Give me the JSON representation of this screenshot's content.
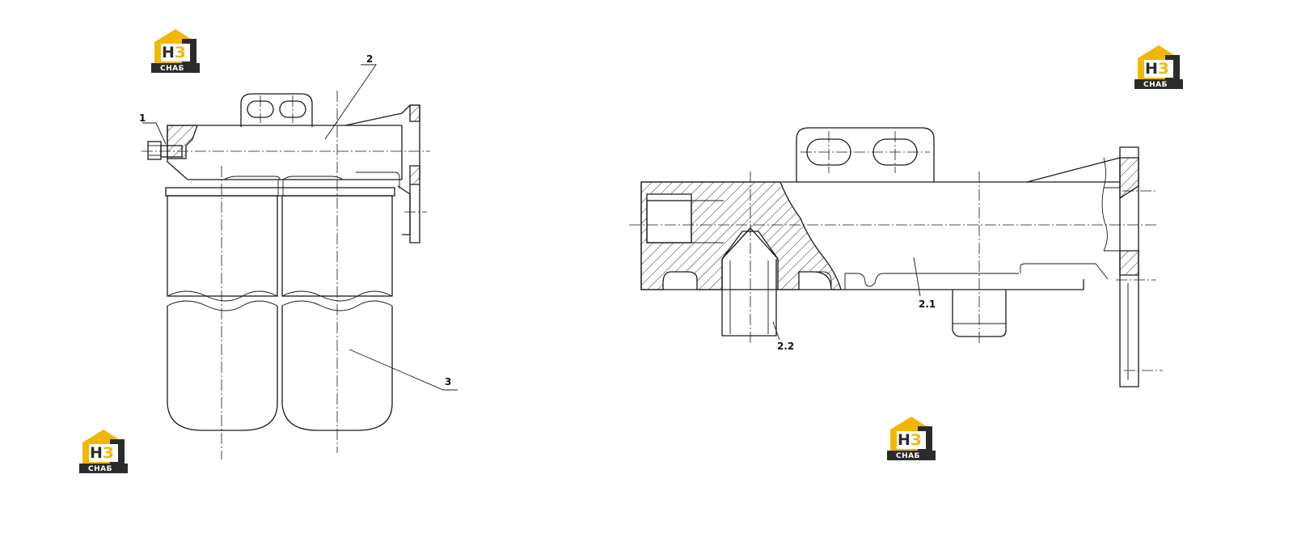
{
  "callouts": {
    "left": [
      "1",
      "2",
      "3"
    ],
    "right": [
      "2.1",
      "2.2"
    ]
  },
  "logo": {
    "letters_h": "Н",
    "letters_z": "З",
    "caption": "СНАБ",
    "colors": {
      "yellow": "#f2b705",
      "dark": "#2b2b2b",
      "white": "#ffffff"
    }
  },
  "colors": {
    "line": "#1a1a1a",
    "background": "#ffffff"
  }
}
